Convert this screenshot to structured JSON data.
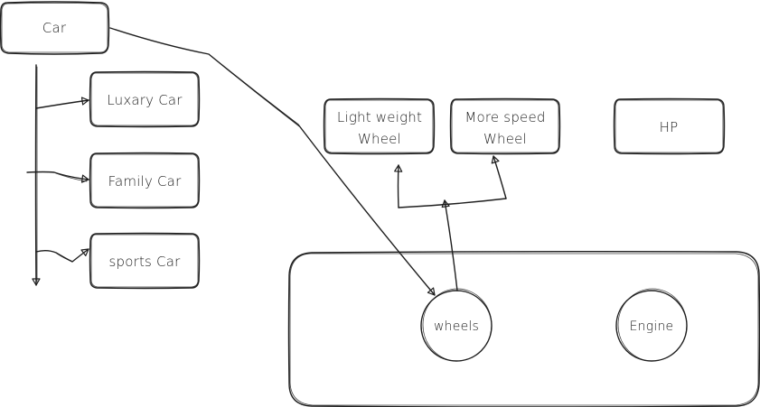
{
  "diagram": {
    "style": "hand-drawn",
    "stroke_color": "#1e1e1e",
    "background": "#ffffff",
    "nodes": {
      "car": {
        "label": [
          "Car"
        ],
        "shape": "rounded-rectangle"
      },
      "luxary_car": {
        "label": [
          "Luxary Car"
        ],
        "shape": "rounded-rectangle"
      },
      "family_car": {
        "label": [
          "Family Car"
        ],
        "shape": "rounded-rectangle"
      },
      "sports_car": {
        "label": [
          "sports Car"
        ],
        "shape": "rounded-rectangle"
      },
      "light_weight_wheel": {
        "label": [
          "Light weight",
          "Wheel"
        ],
        "shape": "rounded-rectangle"
      },
      "more_speed_wheel": {
        "label": [
          "More speed",
          "Wheel"
        ],
        "shape": "rounded-rectangle"
      },
      "hp": {
        "label": [
          "HP"
        ],
        "shape": "rounded-rectangle"
      },
      "car_components_container": {
        "label": [],
        "shape": "rounded-rectangle"
      },
      "wheels": {
        "label": [
          "wheels"
        ],
        "shape": "circle"
      },
      "engine": {
        "label": [
          "Engine"
        ],
        "shape": "circle"
      }
    },
    "edges": [
      {
        "from": "car",
        "to": "trunk",
        "type": "line-arrow-down"
      },
      {
        "from": "trunk",
        "to": "luxary_car",
        "type": "arrow"
      },
      {
        "from": "trunk",
        "to": "family_car",
        "type": "arrow"
      },
      {
        "from": "trunk",
        "to": "sports_car",
        "type": "arrow"
      },
      {
        "from": "car",
        "to": "wheels",
        "type": "arrow"
      },
      {
        "from": "wheels",
        "to": "branch",
        "type": "arrow"
      },
      {
        "from": "branch",
        "to": "light_weight_wheel",
        "type": "arrow"
      },
      {
        "from": "branch",
        "to": "more_speed_wheel",
        "type": "arrow"
      }
    ]
  }
}
